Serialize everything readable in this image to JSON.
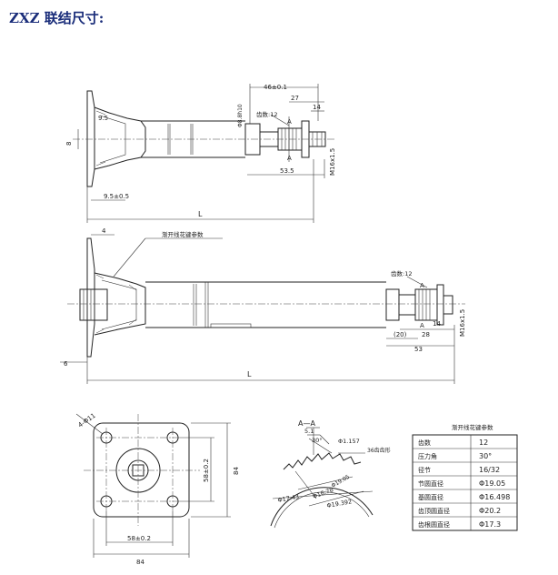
{
  "title": "ZXZ 联结尺寸:",
  "view1": {
    "dim_46": "46±0.1",
    "dim_27": "27",
    "dim_14": "14",
    "dim_53_5": "53.5",
    "thread": "M16x1.5",
    "teeth": "齿数:12",
    "section_a": "A",
    "dim_phi": "Φ8.8h10",
    "dim_9_5": "9.5",
    "dim_8": "8",
    "dim_9_5b": "9.5±0.5",
    "dim_L": "L"
  },
  "view2": {
    "dim_4": "4",
    "spline_note": "渐开线花键参数",
    "teeth": "齿数:12",
    "section_a": "A",
    "dim_14": "14",
    "dim_20": "(20)",
    "dim_28": "28",
    "dim_53": "53",
    "thread": "M16x1.5",
    "dim_6": "6",
    "dim_L": "L"
  },
  "view3": {
    "hole": "4-Φ11",
    "dim_58_v": "58±0.2",
    "dim_84_v": "84",
    "dim_58_h": "58±0.2",
    "dim_84_h": "84"
  },
  "section": {
    "label": "A—A",
    "dim_5_1": "5.1",
    "angle": "30°",
    "phi_1_157": "Φ1.157",
    "teeth36": "36齿齿形",
    "d1": "Φ17.43",
    "d2": "Φ16.78",
    "d3": "Φ19.05",
    "d4": "Φ19.392"
  },
  "spline_table": {
    "title": "渐开线花键参数",
    "rows": [
      [
        "齿数",
        "12"
      ],
      [
        "压力角",
        "30°"
      ],
      [
        "径节",
        "16/32"
      ],
      [
        "节圆直径",
        "Φ19.05"
      ],
      [
        "基圆直径",
        "Φ16.498"
      ],
      [
        "齿顶圆直径",
        "Φ20.2"
      ],
      [
        "齿根圆直径",
        "Φ17.3"
      ]
    ]
  }
}
